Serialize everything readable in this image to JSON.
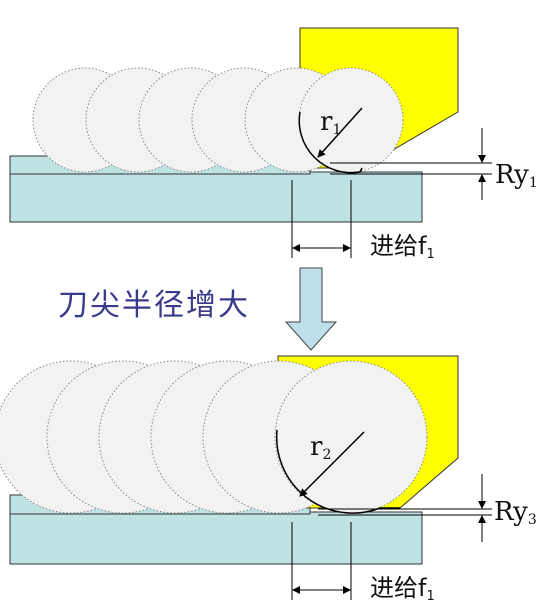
{
  "title": "刀尖半径增大",
  "colors": {
    "workpiece": "#bfe3e3",
    "tool": "#ffff00",
    "circle_fill": "#f2f2f2",
    "arrow_fill": "#bfe0ea",
    "title_text": "#3a3a8c"
  },
  "top": {
    "radius_label": "r",
    "radius_sub": "1",
    "roughness_label": "Ry",
    "roughness_sub": "1",
    "feed_label": "进给f",
    "feed_sub": "1"
  },
  "bottom": {
    "radius_label": "r",
    "radius_sub": "2",
    "roughness_label": "Ry",
    "roughness_sub": "3",
    "feed_label": "进给f",
    "feed_sub": "1"
  }
}
